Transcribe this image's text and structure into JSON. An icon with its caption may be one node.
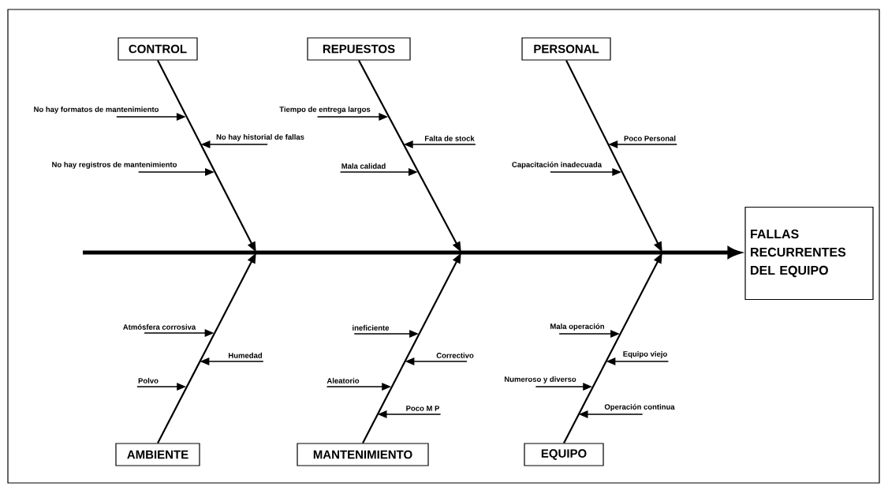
{
  "diagram": {
    "nodes": [
      {
        "text": [
          "CONTROL"
        ]
      },
      {
        "text": [
          "REPUESTOS"
        ]
      },
      {
        "text": [
          "PERSONAL"
        ]
      },
      {
        "text": [
          "FALLAS RECURRENTES DEL EQUIPO"
        ]
      },
      {
        "text": [
          "AMBIENTE"
        ]
      },
      {
        "text": [
          "MANTENIMIENTO"
        ]
      },
      {
        "text": [
          "EQUIPO"
        ]
      },
      {
        "text": [
          "No hay formatos de mantenimiento"
        ]
      },
      {
        "text": [
          "No hay historial de fallas"
        ]
      },
      {
        "text": [
          "No hay registros de mantenimiento"
        ]
      },
      {
        "text": [
          "Tiempo de entrega largos"
        ]
      },
      {
        "text": [
          "Falta de stock"
        ]
      },
      {
        "text": [
          "Mala calidad"
        ]
      },
      {
        "text": [
          "Poco Personal"
        ]
      },
      {
        "text": [
          "Capacitación inadecuada"
        ]
      },
      {
        "text": [
          "Atmósfera corrosiva"
        ]
      },
      {
        "text": [
          "Humedad"
        ]
      },
      {
        "text": [
          "Polvo"
        ]
      },
      {
        "text": [
          "ineficiente"
        ]
      },
      {
        "text": [
          "Correctivo"
        ]
      },
      {
        "text": [
          "Aleatorio"
        ]
      },
      {
        "text": [
          "Poco M P"
        ]
      },
      {
        "text": [
          "Mala operación"
        ]
      },
      {
        "text": [
          "Equipo viejo"
        ]
      },
      {
        "text": [
          "Numeroso y diverso"
        ]
      },
      {
        "text": [
          "Operación continua"
        ]
      }
    ],
    "edges": [
      {
        "from": null,
        "to": 3,
        "arrow": "to",
        "style": "thick"
      },
      {
        "from": 0,
        "to": null,
        "arrow": "to"
      },
      {
        "from": 1,
        "to": null,
        "arrow": "to"
      },
      {
        "from": 2,
        "to": null,
        "arrow": "to"
      },
      {
        "from": 4,
        "to": null,
        "arrow": "to"
      },
      {
        "from": 5,
        "to": null,
        "arrow": "to"
      },
      {
        "from": 6,
        "to": null,
        "arrow": "to"
      },
      {
        "from": 7,
        "to": null,
        "arrow": "to"
      },
      {
        "from": 8,
        "to": null,
        "arrow": "to"
      },
      {
        "from": 9,
        "to": null,
        "arrow": "to"
      },
      {
        "from": 10,
        "to": null,
        "arrow": "to"
      },
      {
        "from": 11,
        "to": null,
        "arrow": "to"
      },
      {
        "from": 12,
        "to": null,
        "arrow": "to"
      },
      {
        "from": 13,
        "to": null,
        "arrow": "to"
      },
      {
        "from": 14,
        "to": null,
        "arrow": "to"
      },
      {
        "from": 15,
        "to": null,
        "arrow": "to"
      },
      {
        "from": 16,
        "to": null,
        "arrow": "to"
      },
      {
        "from": 17,
        "to": null,
        "arrow": "to"
      },
      {
        "from": 18,
        "to": null,
        "arrow": "to"
      },
      {
        "from": 19,
        "to": null,
        "arrow": "to"
      },
      {
        "from": 20,
        "to": null,
        "arrow": "to"
      },
      {
        "from": 21,
        "to": null,
        "arrow": "to"
      },
      {
        "from": 22,
        "to": null,
        "arrow": "to"
      },
      {
        "from": 23,
        "to": null,
        "arrow": "to"
      },
      {
        "from": 24,
        "to": null,
        "arrow": "to"
      },
      {
        "from": 25,
        "to": null,
        "arrow": "to"
      }
    ]
  }
}
